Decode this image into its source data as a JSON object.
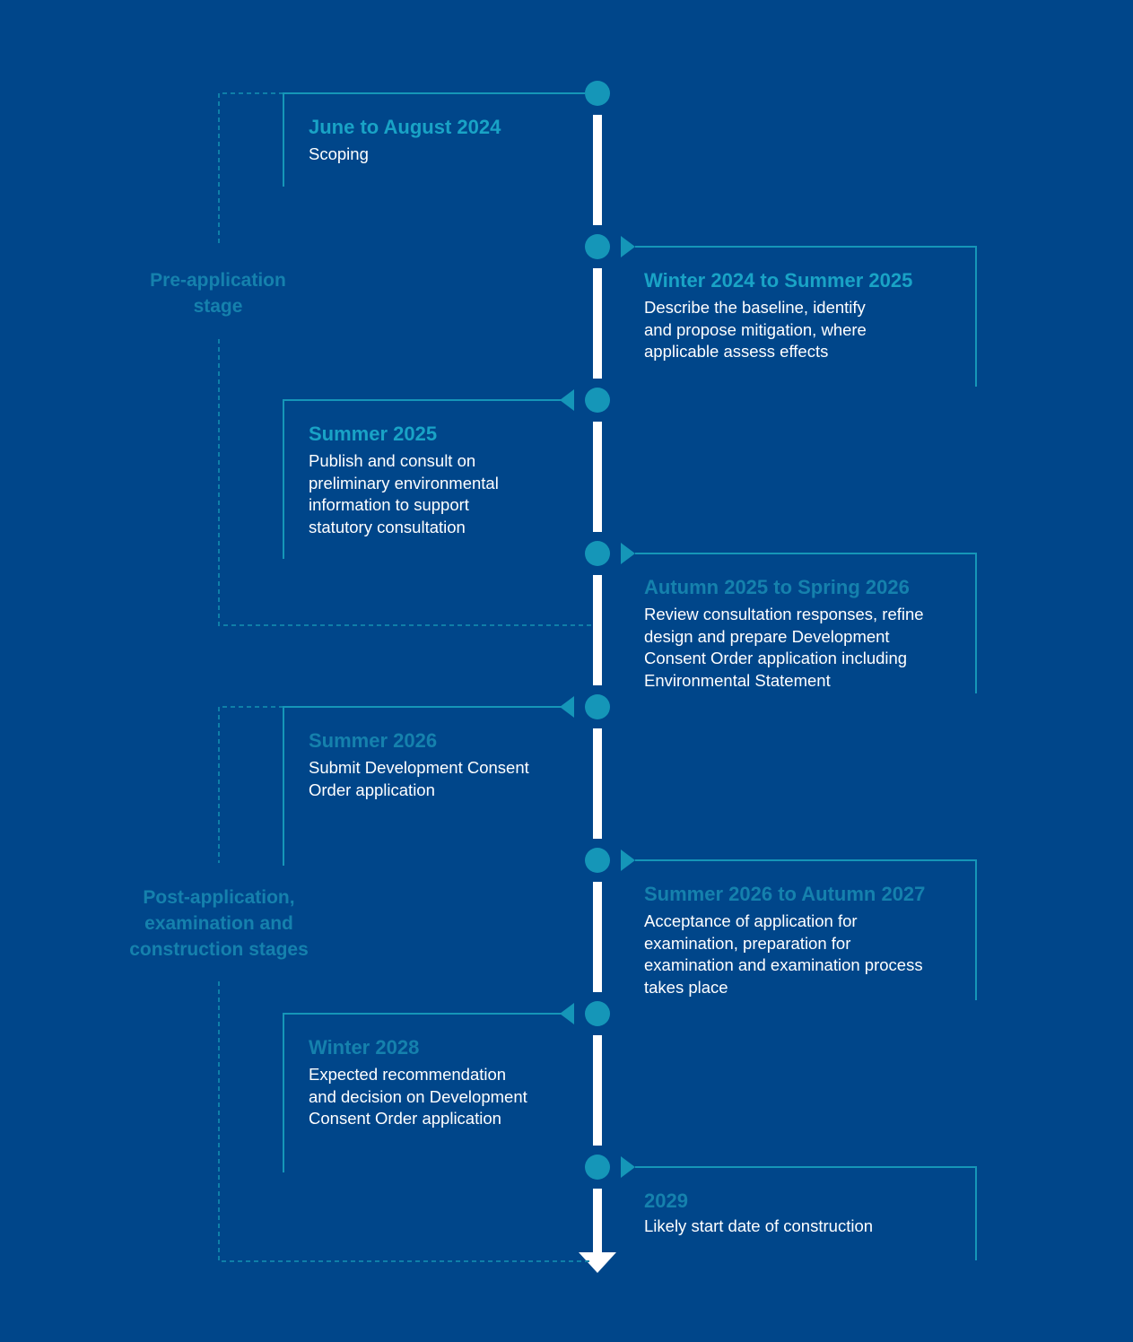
{
  "colors": {
    "background": "#00468a",
    "accent": "#1596b8",
    "accent_muted": "#0f7fa8",
    "date_bright": "#19a3c6",
    "date_muted": "#1581ad",
    "text": "#ffffff",
    "spine": "#ffffff"
  },
  "stages": [
    {
      "label": "Pre-application\nstage"
    },
    {
      "label": "Post-application,\nexamination and\nconstruction stages"
    }
  ],
  "events": [
    {
      "date": "June to August 2024",
      "description": "Scoping",
      "side": "left"
    },
    {
      "date": "Winter 2024 to Summer 2025",
      "description": "Describe the baseline, identify\nand propose mitigation, where\napplicable assess effects",
      "side": "right"
    },
    {
      "date": "Summer 2025",
      "description": "Publish and consult on\npreliminary environmental\ninformation to support\nstatutory consultation",
      "side": "left"
    },
    {
      "date": "Autumn 2025 to Spring 2026",
      "description": "Review consultation responses, refine\ndesign and prepare Development\nConsent Order application including\nEnvironmental Statement",
      "side": "right"
    },
    {
      "date": "Summer 2026",
      "description": "Submit Development Consent\nOrder application",
      "side": "left"
    },
    {
      "date": "Summer 2026 to Autumn 2027",
      "description": "Acceptance of application for\nexamination, preparation for\nexamination and examination process\ntakes place",
      "side": "right"
    },
    {
      "date": "Winter 2028",
      "description": "Expected recommendation\nand decision on Development\nConsent Order application",
      "side": "left"
    },
    {
      "date": "2029",
      "description": "Likely start date of construction",
      "side": "right"
    }
  ]
}
